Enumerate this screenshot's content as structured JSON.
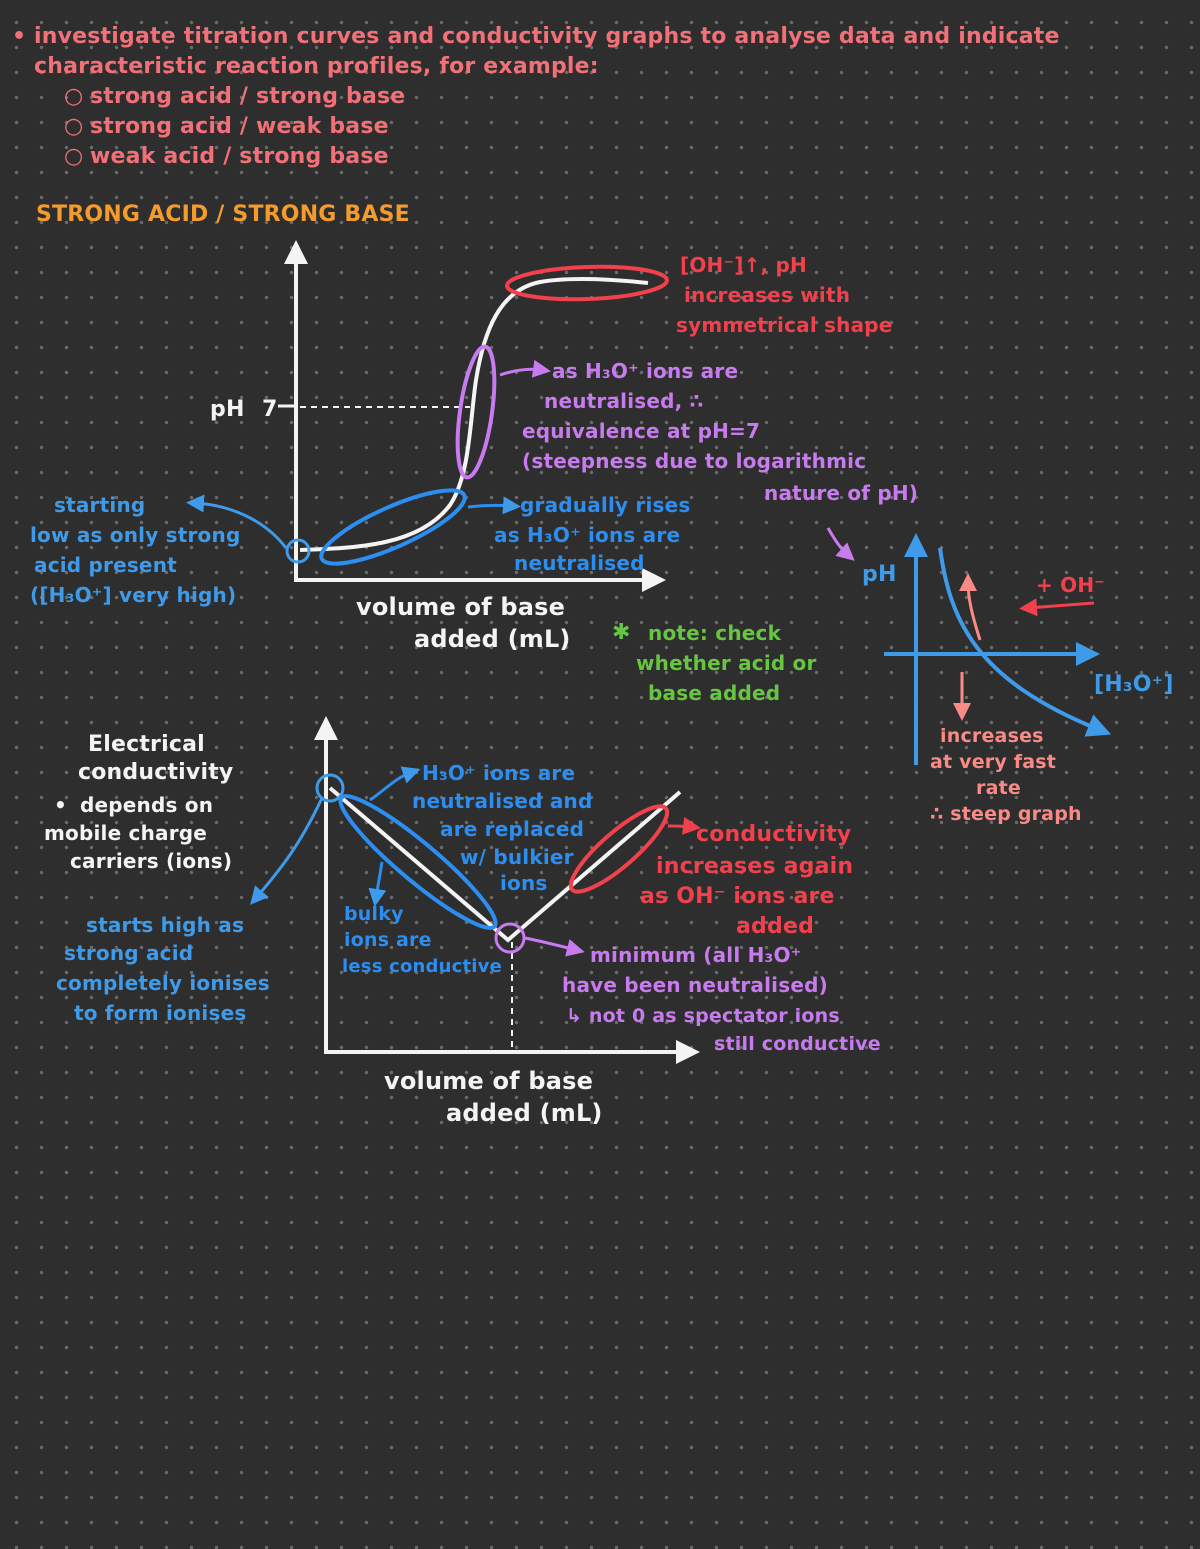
{
  "header": {
    "bullet": "•",
    "line1": "investigate titration curves and conductivity graphs to analyse data and indicate",
    "line2": "characteristic reaction profiles, for example:",
    "sub_items": [
      "strong acid / strong base",
      "strong acid / weak base",
      "weak acid / strong base"
    ]
  },
  "section_title": "STRONG ACID / STRONG BASE",
  "ph_graph": {
    "y_label": "pH",
    "y_tick": "7",
    "x_label_line1": "volume of base",
    "x_label_line2": "added (mL)",
    "note_top_right": [
      "[OH⁻]↑, pH",
      "increases with",
      "symmetrical shape"
    ],
    "note_equivalence": [
      "as H₃O⁺ ions are",
      "neutralised, ∴",
      "equivalence at pH=7",
      "(steepness due to logarithmic",
      "nature of pH)"
    ],
    "note_gradual": [
      "gradually rises",
      "as H₃O⁺ ions are",
      "neutralised"
    ],
    "note_starting": [
      "starting",
      "low as only strong",
      "acid present",
      "([H₃O⁺] very high)"
    ],
    "note_check": [
      "note: check",
      "whether acid or",
      "base added"
    ],
    "note_star": "✱"
  },
  "small_graph": {
    "y_label": "pH",
    "x_label": "[H₃O⁺]",
    "add_label": "+ OH⁻",
    "note": [
      "increases",
      "at very fast",
      "rate",
      "∴ steep graph"
    ]
  },
  "conductivity_graph": {
    "title": [
      "Electrical",
      "conductivity"
    ],
    "bullet": "•",
    "depends": [
      "depends on",
      "mobile charge",
      "carriers (ions)"
    ],
    "note_start": [
      "starts high as",
      "strong acid",
      "completely ionises",
      "to form ionises"
    ],
    "note_replaced": [
      "H₃O⁺ ions are",
      "neutralised and",
      "are replaced",
      "w/ bulkier",
      "ions"
    ],
    "note_bulky": [
      "bulky",
      "ions are",
      "less conductive"
    ],
    "note_increase": [
      "conductivity",
      "increases again",
      "as OH⁻ ions are",
      "added"
    ],
    "note_min": [
      "minimum (all H₃O⁺",
      "have been neutralised)",
      "↳ not 0 as spectator ions",
      "still conductive"
    ],
    "x_label_line1": "volume of base",
    "x_label_line2": "added (mL)"
  },
  "colors": {
    "background": "#2e2e2e",
    "pink": "#f27077",
    "orange": "#f59b2c",
    "red": "#f2414c",
    "purple": "#c87bef",
    "blue": "#3f9bea",
    "green": "#66c541",
    "white": "#f4f4f4"
  }
}
